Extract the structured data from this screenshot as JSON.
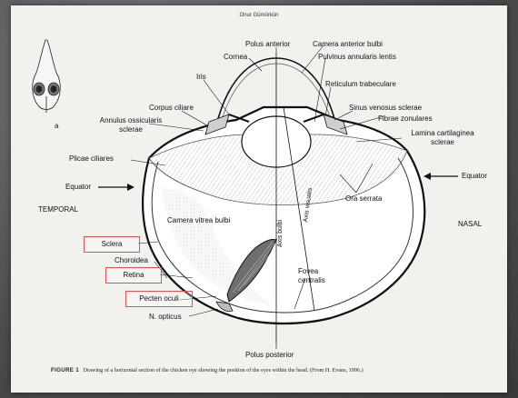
{
  "header": {
    "author": "Onur Gümürkün"
  },
  "labels": {
    "polus_anterior": "Polus anterior",
    "camera_anterior_bulbi": "Camera anterior bulbi",
    "cornea": "Cornea",
    "pulvinus_annularis_lentis": "Pulvinus annularis lentis",
    "iris": "Iris",
    "reticulum_trabeculare": "Reticulum trabeculare",
    "corpus_ciliare": "Corpus ciliare",
    "sinus_venosus_sclerae": "Sinus venosus sclerae",
    "annulus_ossicularis_sclerae": "Annulus ossicularis sclerae",
    "fibrae_zonulares": "Fibrae zonulares",
    "lamina_cartilaginea_sclerae": "Lamina cartilaginea sclerae",
    "plicae_ciliares": "Plicae ciliares",
    "equator_left": "Equator",
    "equator_right": "Equator",
    "temporal": "TEMPORAL",
    "ora_serrata": "Ora serrata",
    "camera_vitrea_bulbi": "Camera vitrea bulbi",
    "axis_bulbi": "Axis bulbi",
    "axis_visualis": "Axis visualis",
    "nasal": "NASAL",
    "sclera": "Sclera",
    "choroidea": "Choroidea",
    "retina": "Retina",
    "fovea_centralis": "Fovea centralis",
    "pecten_oculi": "Pecten oculi",
    "n_opticus": "N. opticus",
    "polus_posterior": "Polus posterior",
    "inset_label": "a"
  },
  "caption": {
    "figure": "FIGURE 1",
    "text": "Drawing of a horizontal section of the chicken eye showing the position of the eyes within the head. (From H. Evans, 1996.)"
  },
  "colors": {
    "highlight_box": "#d9534f",
    "paper": "#f1f1ee",
    "ink": "#111111"
  }
}
